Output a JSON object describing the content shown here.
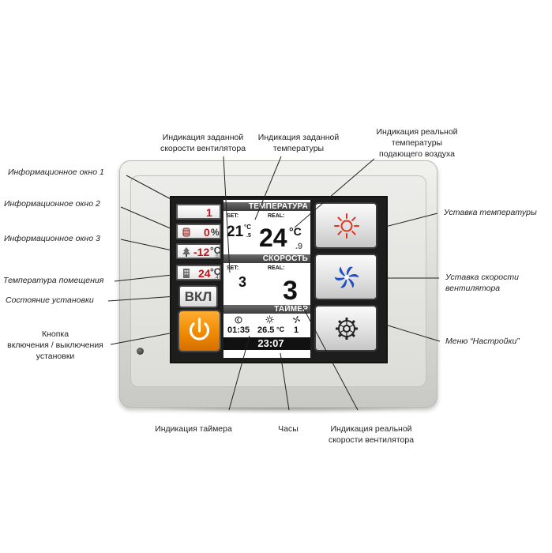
{
  "annotations": {
    "fan_set": [
      "Индикация заданной",
      "скорости вентилятора"
    ],
    "temp_set": [
      "Индикация заданной",
      "температуры"
    ],
    "temp_real": [
      "Индикация реальной",
      "температуры",
      "подающего воздуха"
    ],
    "info1": "Информационное окно 1",
    "info2": "Информационное окно 2",
    "info3": "Информационное окно 3",
    "room_temp": "Температура помещения",
    "state": "Состояние установки",
    "power": [
      "Кнопка",
      "включения / выключения",
      "установки"
    ],
    "temp_setpoint": "Уставка температуры",
    "fan_setpoint": [
      "Уставка скорости",
      "вентилятора"
    ],
    "settings_menu": "Меню “Настройки”",
    "timer": "Индикация таймера",
    "clock": "Часы",
    "fan_real": [
      "Индикация реальной",
      "скорости вентилятора"
    ]
  },
  "screen": {
    "info1": {
      "value": "1"
    },
    "info2": {
      "value": "0",
      "unit": "%"
    },
    "info3": {
      "value": "-12",
      "unit": "°C",
      "decimal": ".6"
    },
    "info4": {
      "value": "24",
      "unit": "°C",
      "decimal": ".4"
    },
    "state_label": "ВКЛ",
    "temperature": {
      "header": "ТЕМПЕРАТУРА",
      "set_label": "SET:",
      "real_label": "REAL:",
      "set_value": "21",
      "set_unit": "°C",
      "set_decimal": ".5",
      "real_value": "24",
      "real_unit": "°C",
      "real_decimal": ".9"
    },
    "speed": {
      "header": "СКОРОСТЬ",
      "set_label": "SET:",
      "real_label": "REAL:",
      "set_value": "3",
      "real_value": "3"
    },
    "timer": {
      "header": "ТАЙМЕР",
      "time": "01:35",
      "temp": "26.5",
      "temp_unit": "°C",
      "fan": "1"
    },
    "clock": "23:07"
  },
  "colors": {
    "value_red": "#c0161b",
    "power_orange": "#f08a00",
    "sun_red": "#e0331f",
    "fan_blue": "#1f4fc7"
  }
}
